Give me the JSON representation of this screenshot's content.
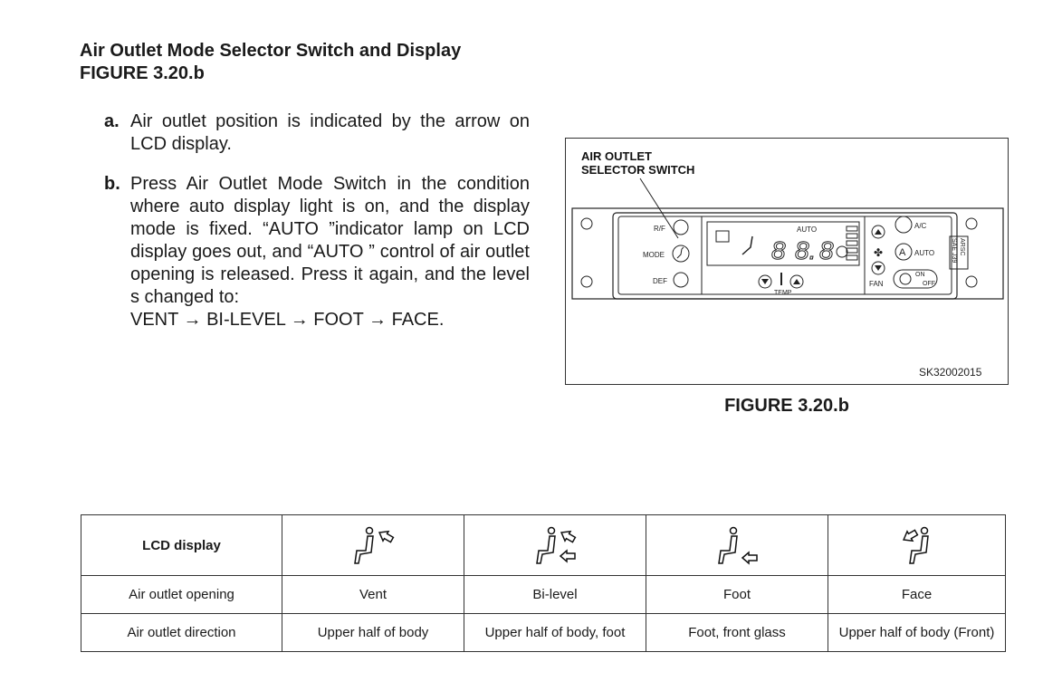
{
  "heading": {
    "line1": "Air Outlet Mode Selector Switch and Display",
    "line2": "FIGURE 3.20.b"
  },
  "items": [
    {
      "label": "a.",
      "text": "Air outlet position is indicated by the arrow on LCD display."
    },
    {
      "label": "b.",
      "text": "Press Air Outlet Mode Switch in the condition where auto display light is on, and the display mode is fixed. “AUTO ”indicator lamp on LCD display goes out, and “AUTO ” control of air outlet opening is released. Press it again, and the level s changed to:",
      "sequence": "VENT → BI-LEVEL → FOOT → FACE."
    }
  ],
  "figure": {
    "callout": [
      "AIR OUTLET",
      "SELECTOR SWITCH"
    ],
    "code": "SK32002015",
    "caption": "FIGURE 3.20.b",
    "panel": {
      "rf": "R/F",
      "mode": "MODE",
      "def": "DEF",
      "auto": "AUTO",
      "temp": "TEMP",
      "fan": "FAN",
      "ac": "A/C",
      "a": "A",
      "auto_btn": "AUTO",
      "on": "ON",
      "off": "OFF",
      "sticker": [
        "ARSC",
        "SAE J39"
      ]
    }
  },
  "table": {
    "header_label": "LCD display",
    "header_icons": [
      "vent-mode-icon",
      "bi-level-mode-icon",
      "foot-mode-icon",
      "face-mode-icon"
    ],
    "rows": [
      {
        "label": "Air outlet opening",
        "cells": [
          "Vent",
          "Bi-level",
          "Foot",
          "Face"
        ]
      },
      {
        "label": "Air outlet direction",
        "cells": [
          "Upper half of body",
          "Upper half of body, foot",
          "Foot, front glass",
          "Upper half of body (Front)"
        ]
      }
    ]
  }
}
